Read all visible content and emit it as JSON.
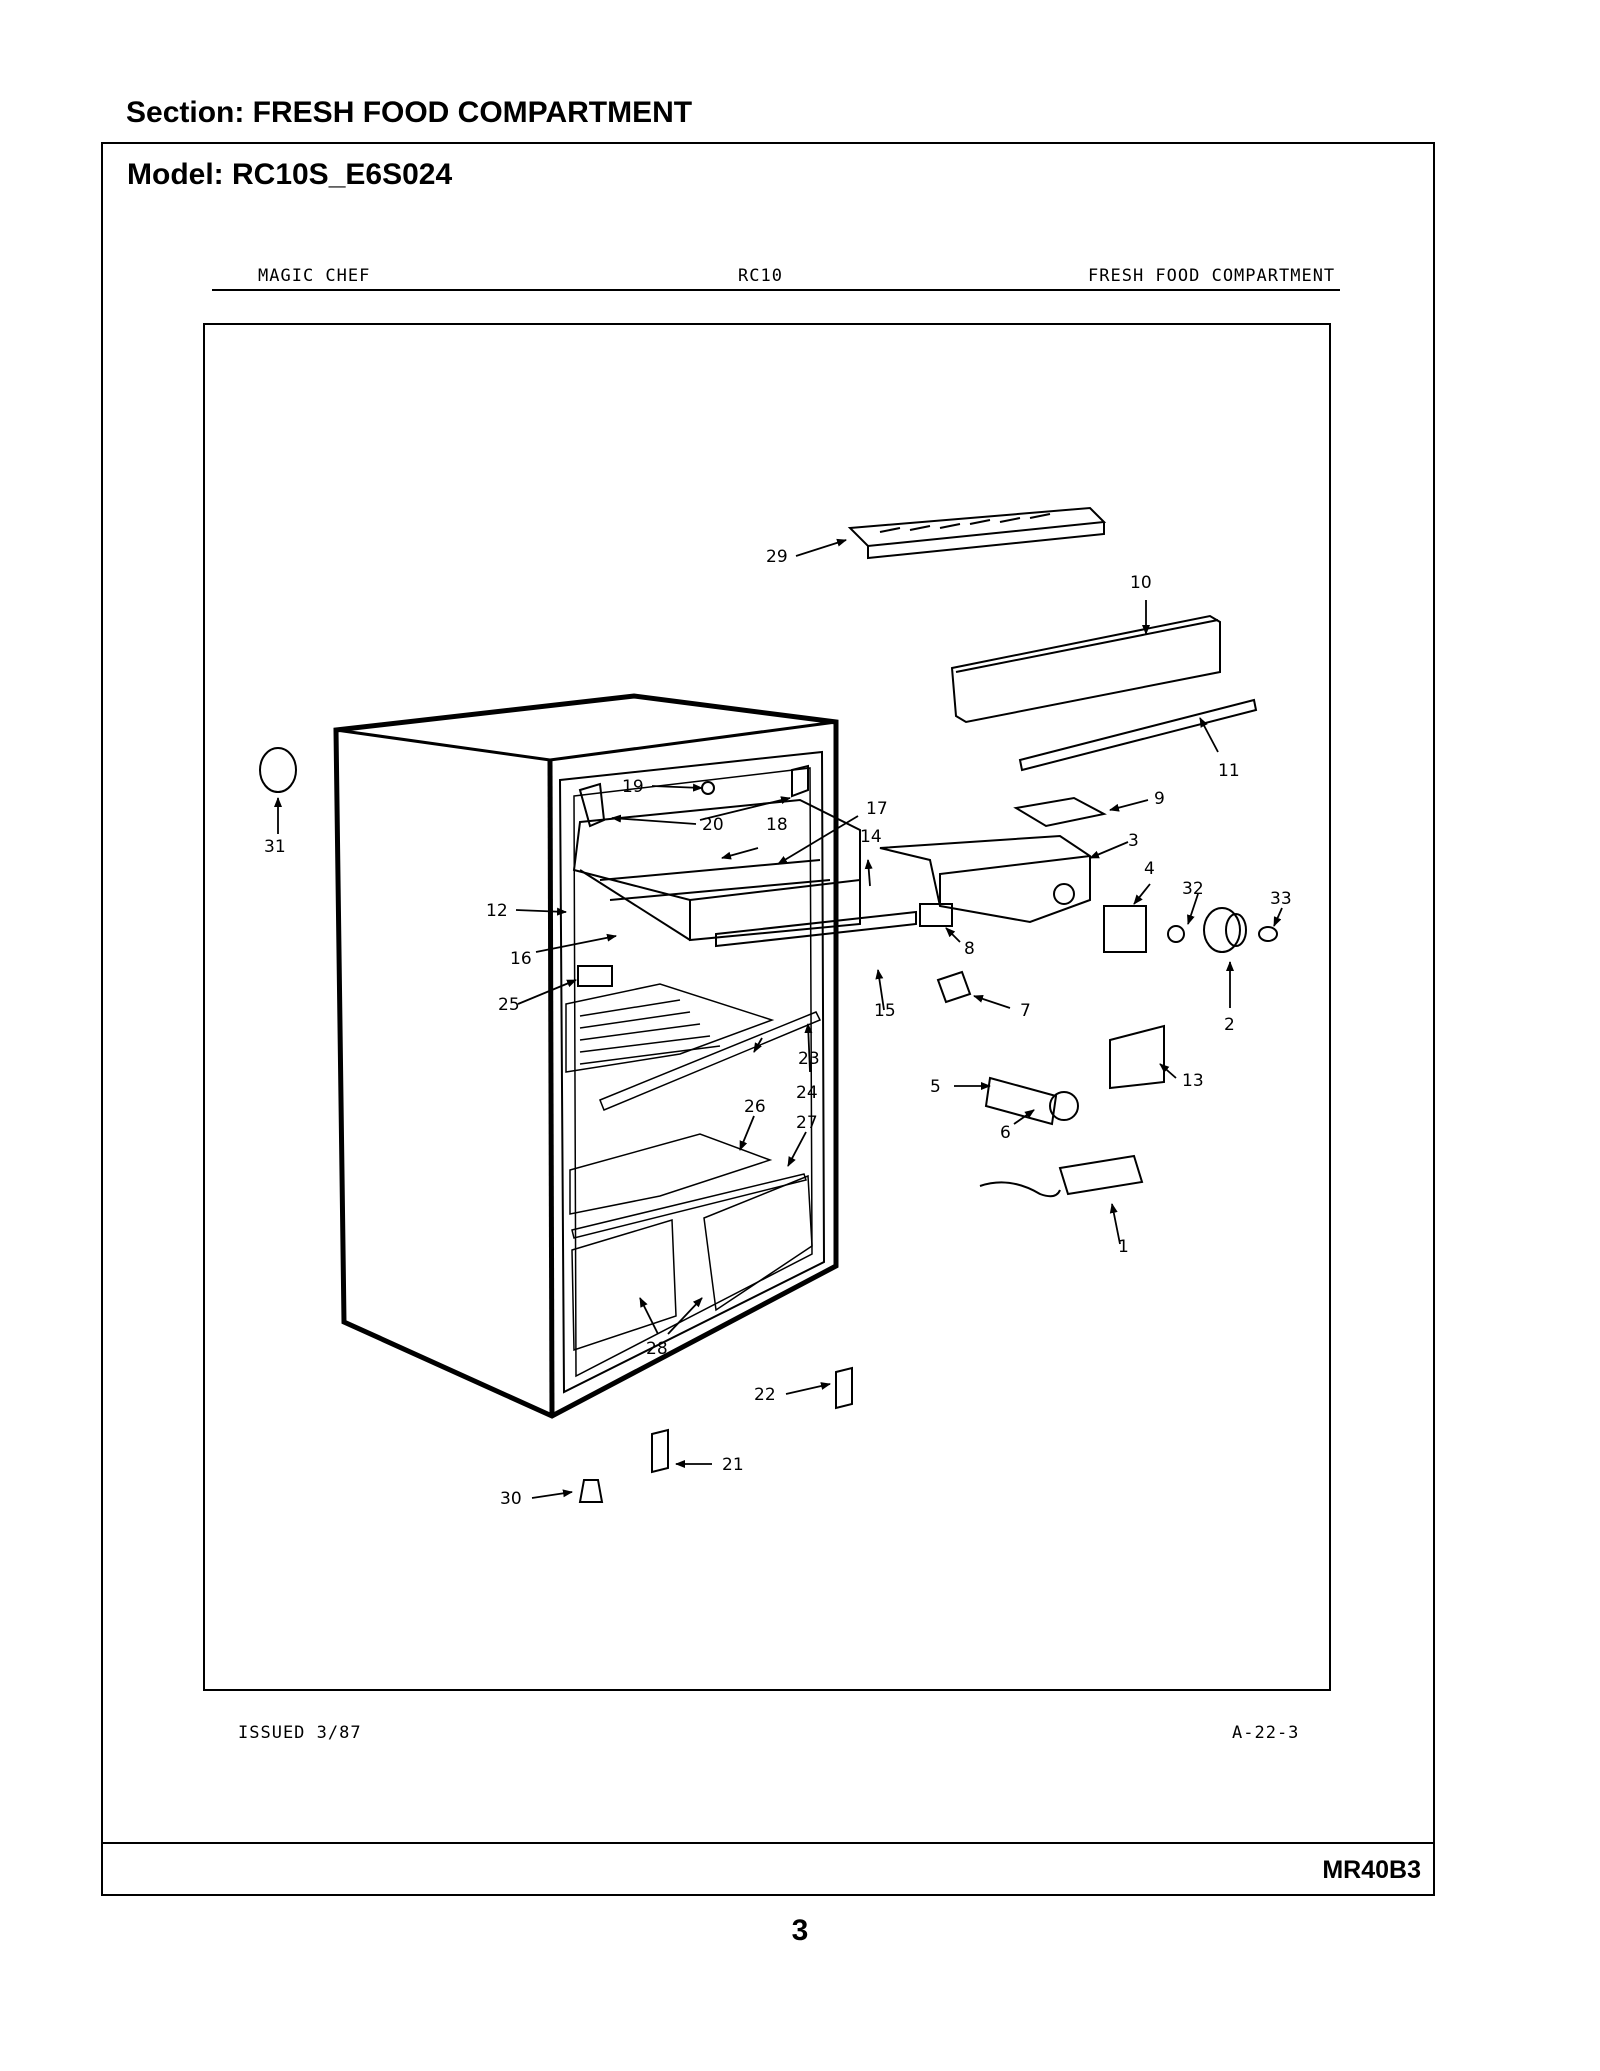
{
  "section": "Section:  FRESH FOOD COMPARTMENT",
  "model": "Model:  RC10S_E6S024",
  "scan_header": {
    "left": "MAGIC CHEF",
    "center": "RC10",
    "right": "FRESH FOOD COMPARTMENT"
  },
  "scan_footer": {
    "left": "ISSUED 3/87",
    "right": "A-22-3"
  },
  "footer_code": "MR40B3",
  "page_number": "3",
  "callouts": [
    "1",
    "2",
    "3",
    "4",
    "5",
    "6",
    "7",
    "8",
    "9",
    "10",
    "11",
    "12",
    "13",
    "14",
    "15",
    "16",
    "17",
    "18",
    "19",
    "20",
    "21",
    "22",
    "23",
    "24",
    "25",
    "26",
    "27",
    "28",
    "29",
    "30",
    "31",
    "32",
    "33"
  ]
}
